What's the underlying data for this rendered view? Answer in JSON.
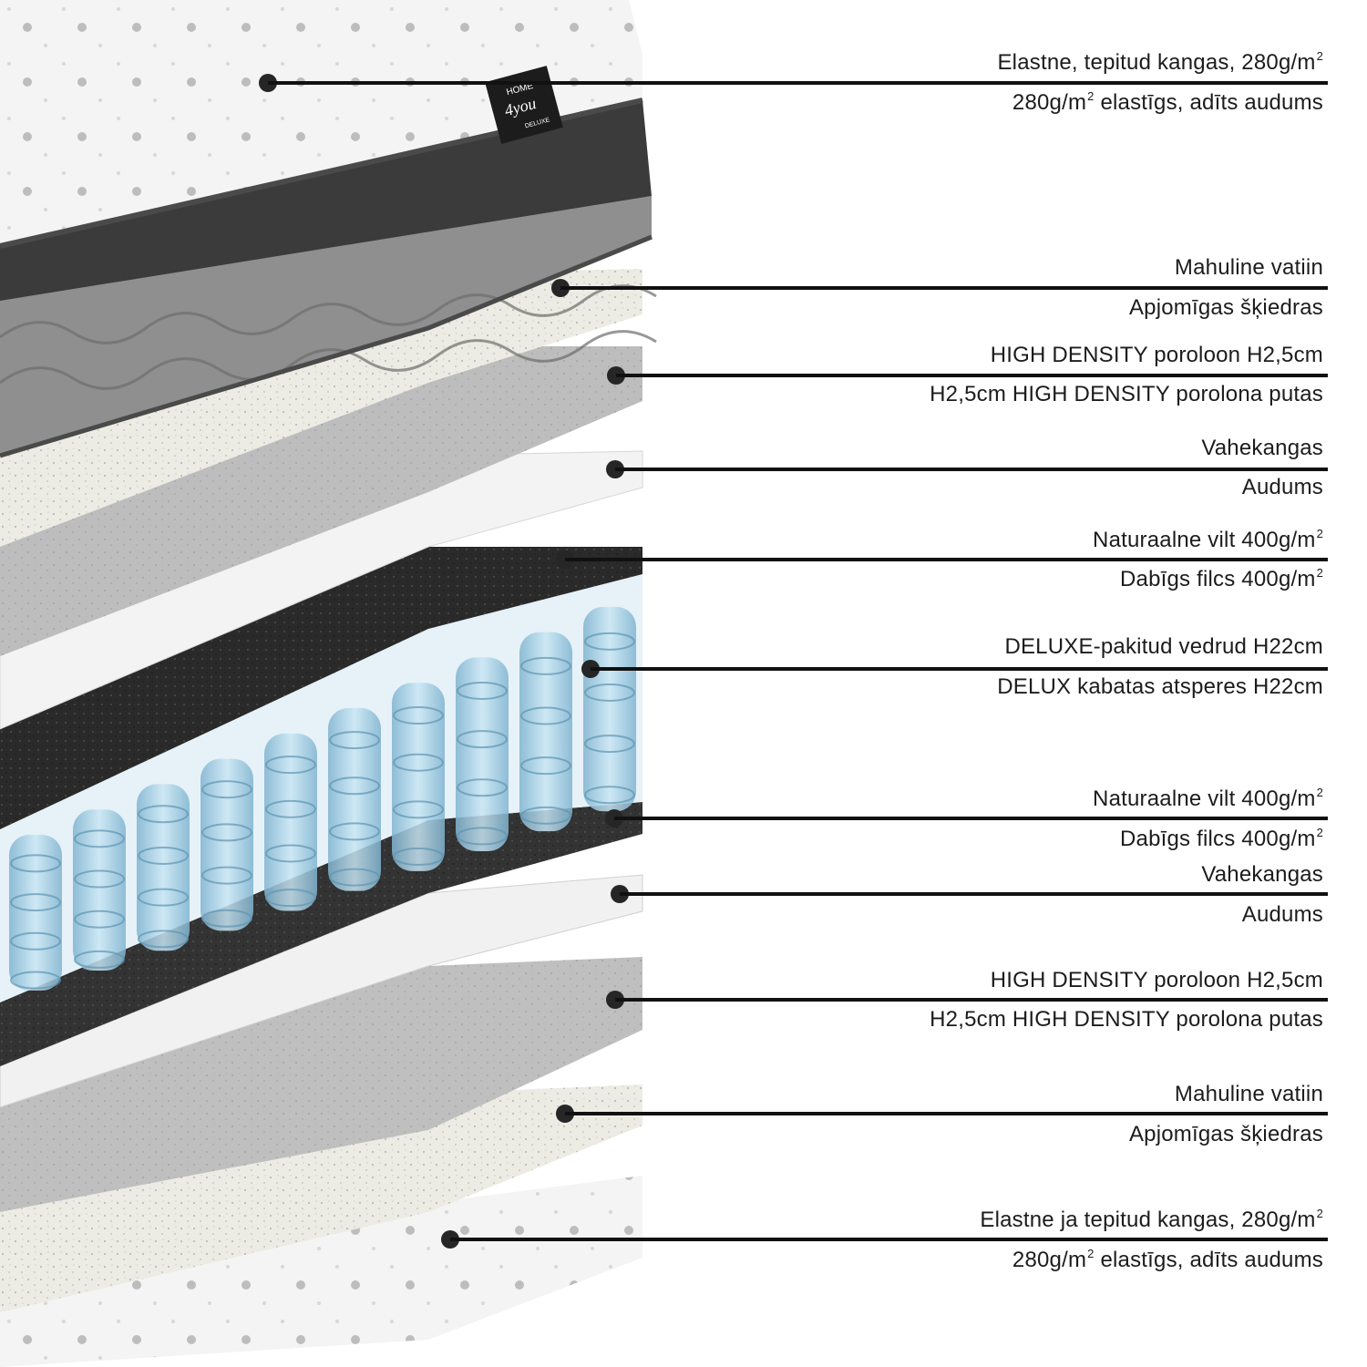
{
  "brand": {
    "logo_lines": [
      "HOME",
      "4you",
      "DELUXE"
    ]
  },
  "layers": [
    {
      "id": "top-fabric",
      "primary": "Elastne, tepitud kangas, 280g/m",
      "primary_sup": "2",
      "secondary_prefix": "280g/m",
      "secondary_sup": "2",
      "secondary": " elastīgs, adīts audums"
    },
    {
      "id": "wadding-top",
      "primary": "Mahuline vatiin",
      "secondary": "Apjomīgas šķiedras"
    },
    {
      "id": "foam-top",
      "primary": "HIGH DENSITY poroloon H2,5cm",
      "secondary": "H2,5cm HIGH DENSITY porolona putas"
    },
    {
      "id": "interfabric-top",
      "primary": "Vahekangas",
      "secondary": "Audums"
    },
    {
      "id": "felt-top",
      "primary": "Naturaalne vilt 400g/m",
      "primary_sup": "2",
      "secondary": "Dabīgs filcs 400g/m",
      "secondary_sup": "2"
    },
    {
      "id": "springs",
      "primary": "DELUXE-pakitud vedrud H22cm",
      "secondary": "DELUX kabatas atsperes H22cm"
    },
    {
      "id": "felt-bottom",
      "primary": "Naturaalne vilt 400g/m",
      "primary_sup": "2",
      "secondary": "Dabīgs filcs 400g/m",
      "secondary_sup": "2"
    },
    {
      "id": "interfabric-bottom",
      "primary": "Vahekangas",
      "secondary": "Audums"
    },
    {
      "id": "foam-bottom",
      "primary": "HIGH DENSITY poroloon H2,5cm",
      "secondary": "H2,5cm HIGH DENSITY porolona putas"
    },
    {
      "id": "wadding-bottom",
      "primary": "Mahuline vatiin",
      "secondary": "Apjomīgas šķiedras"
    },
    {
      "id": "bottom-fabric",
      "primary": "Elastne ja tepitud kangas, 280g/m",
      "primary_sup": "2",
      "secondary_prefix": "280g/m",
      "secondary_sup": "2",
      "secondary": " elastīgs, adīts audums"
    }
  ],
  "colors": {
    "leader": "#111111",
    "dot": "#262626",
    "springs": "#a9d4ea",
    "felt": "#2f2f2f",
    "foam": "#b9b9b9",
    "wadding": "#ecece4",
    "fabric": "#f3f3f3",
    "border_band": "#3b3b3b"
  }
}
